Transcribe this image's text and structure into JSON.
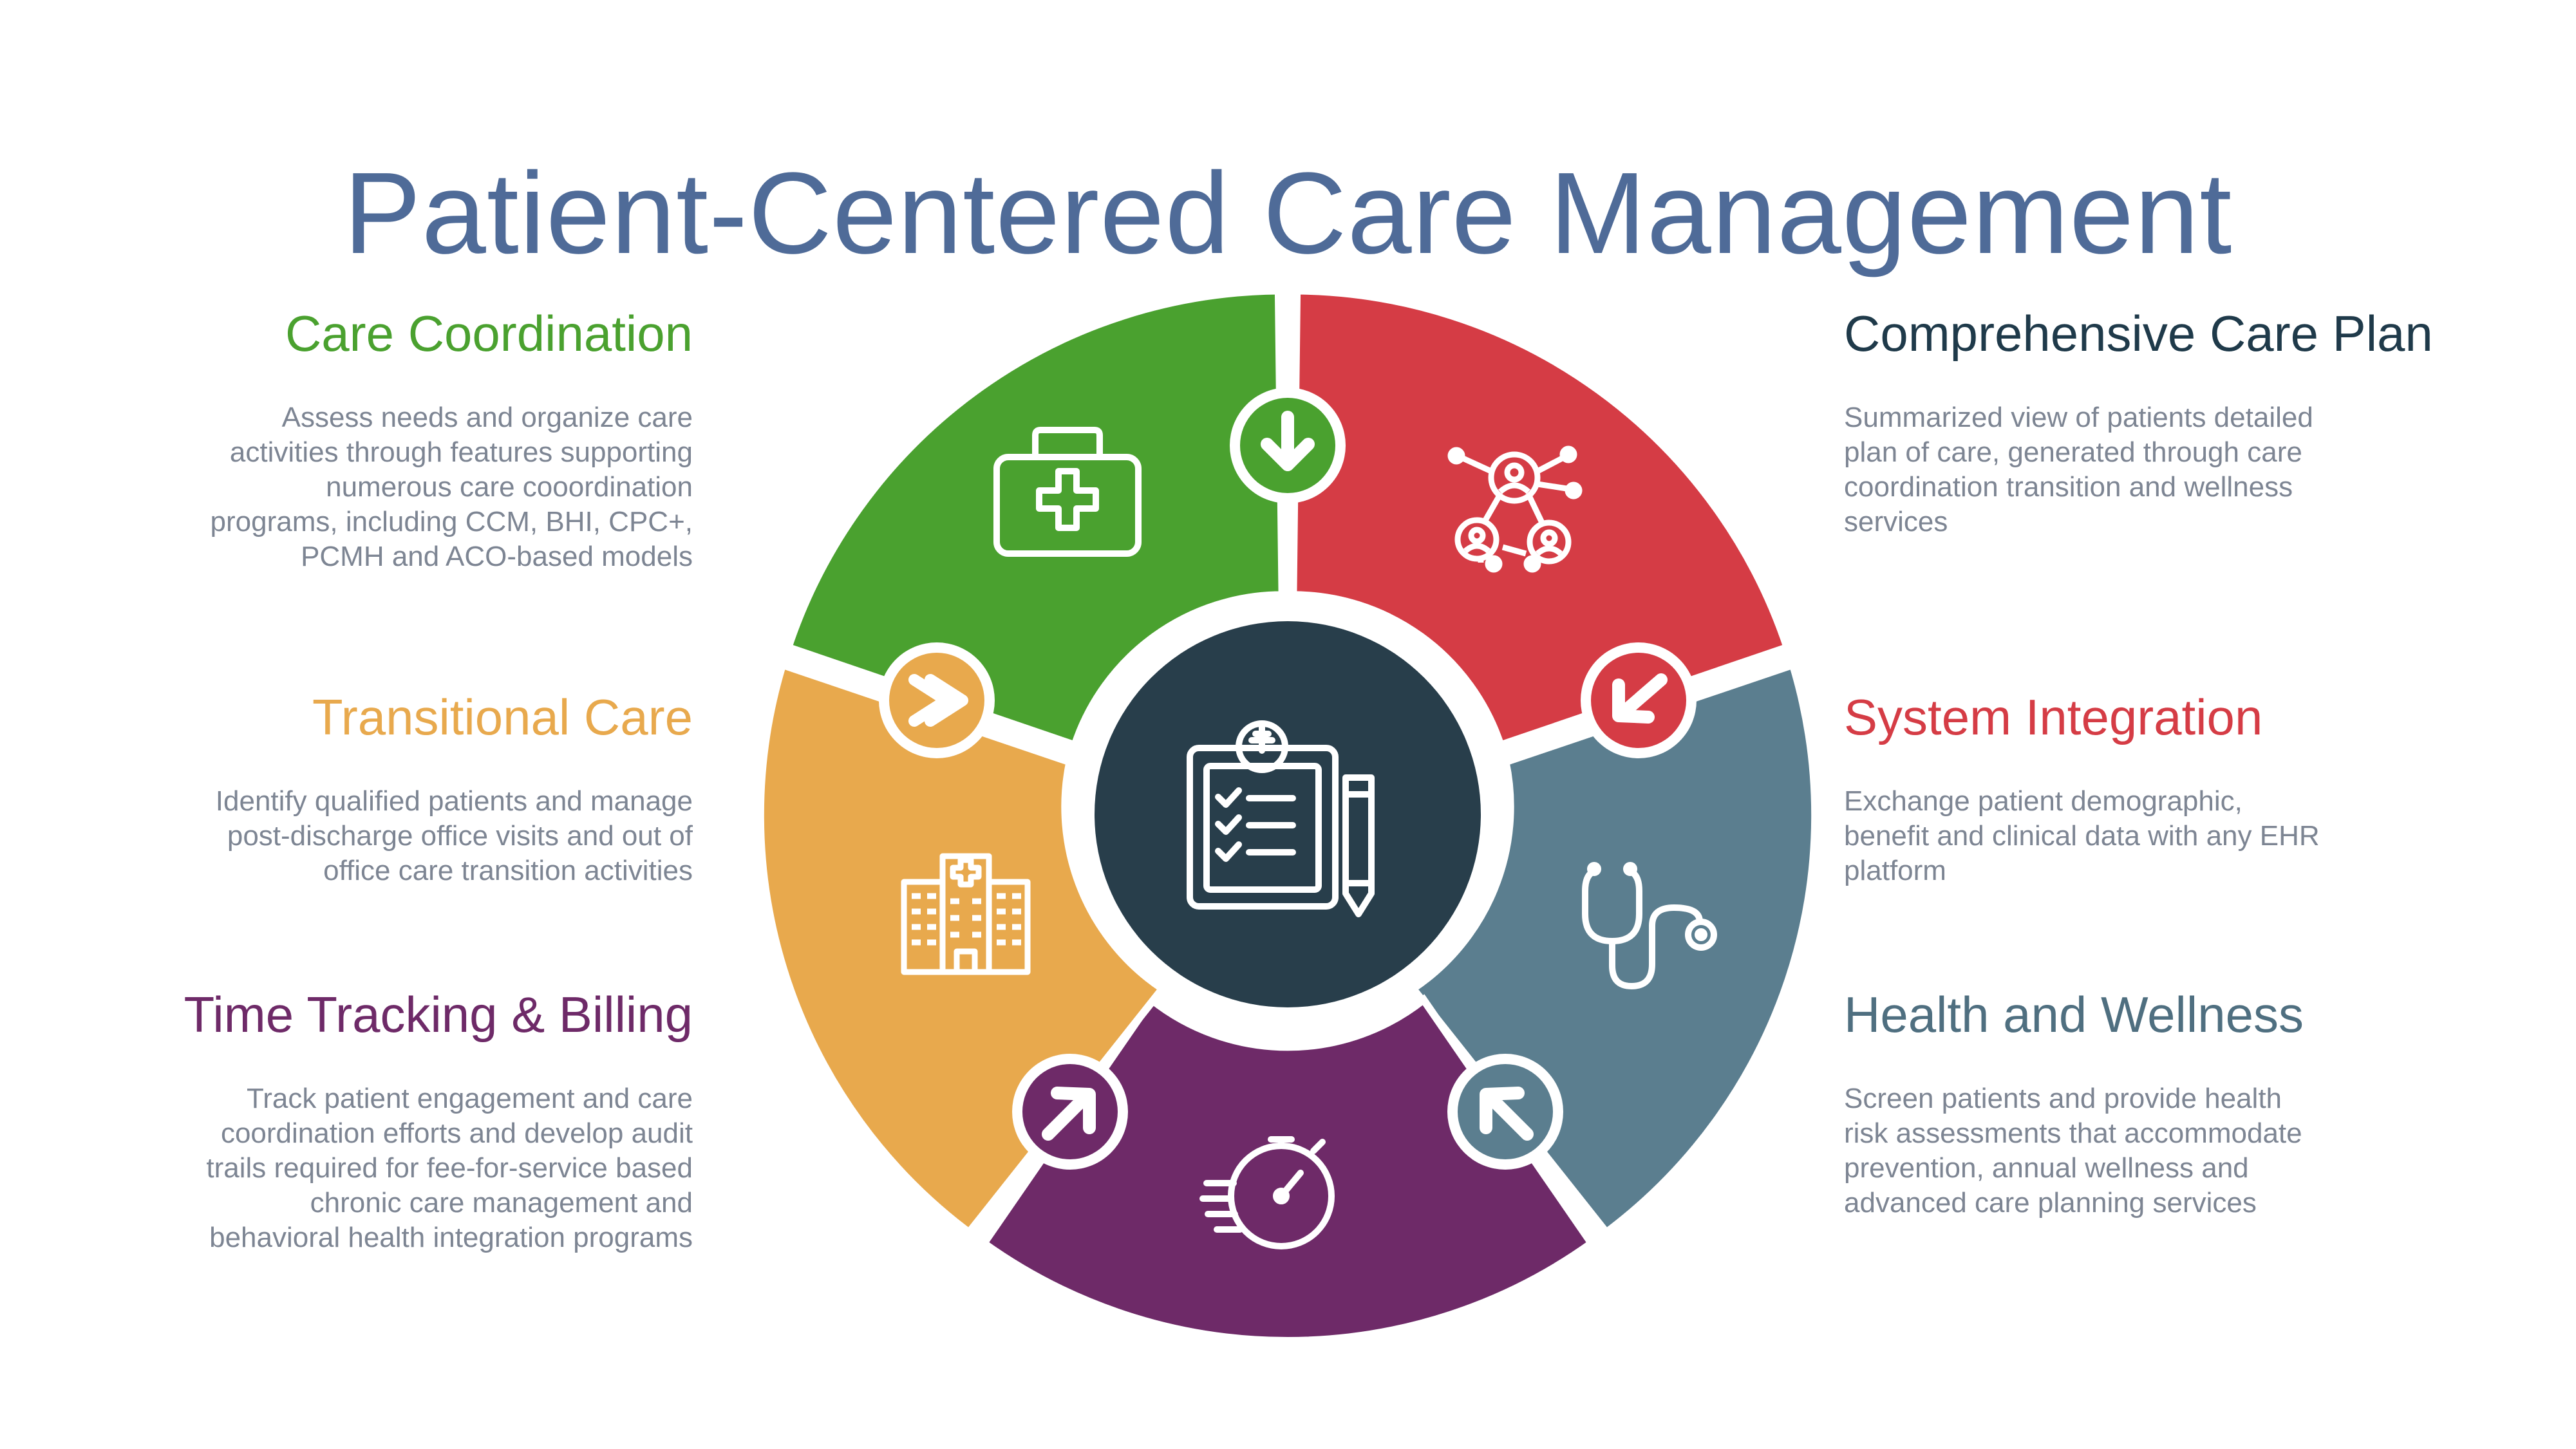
{
  "title": "Patient-Centered Care Management",
  "features": {
    "care_coordination": {
      "title": "Care Coordination",
      "description": "Assess needs and organize care activities through features supporting numerous care cooordination programs, including CCM, BHI, CPC+, PCMH and ACO-based models",
      "color": "#4aa12f",
      "icon": "medical-kit-icon"
    },
    "transitional_care": {
      "title": "Transitional Care",
      "description": "Identify qualified patients and manage post-discharge office visits and out of office care transition activities",
      "color": "#e8a94d",
      "icon": "hospital-icon"
    },
    "time_tracking": {
      "title": "Time Tracking & Billing",
      "description": "Track patient engagement and care coordination efforts and develop audit trails required for fee-for-service based chronic care management and behavioral health integration programs",
      "color": "#6e2a68",
      "icon": "stopwatch-icon"
    },
    "comprehensive_care_plan": {
      "title": "Comprehensive Care Plan",
      "description": "Summarized view of patients detailed plan of care, generated through care coordination transition and wellness services",
      "color": "#d53c45",
      "icon": "patient-network-icon"
    },
    "system_integration": {
      "title": "System Integration",
      "description": "Exchange patient demographic, benefit and clinical data with any EHR platform",
      "color": "#5b7e8f",
      "icon": "stethoscope-icon"
    },
    "health_wellness": {
      "title": "Health and Wellness",
      "description": "Screen patients and provide health risk assessments that accommodate prevention, annual wellness and advanced care planning services",
      "color": "#6e2a68",
      "icon": "stopwatch-icon"
    }
  },
  "heading_colors": {
    "care_coordination": "#4aa12f",
    "transitional_care": "#e8a94d",
    "time_tracking": "#6e2a68",
    "comprehensive_care_plan": "#1f3a4a",
    "system_integration": "#d53c45",
    "health_wellness": "#4f6f80"
  },
  "center": {
    "icon": "clipboard-checklist-icon",
    "color": "#283e4b"
  }
}
